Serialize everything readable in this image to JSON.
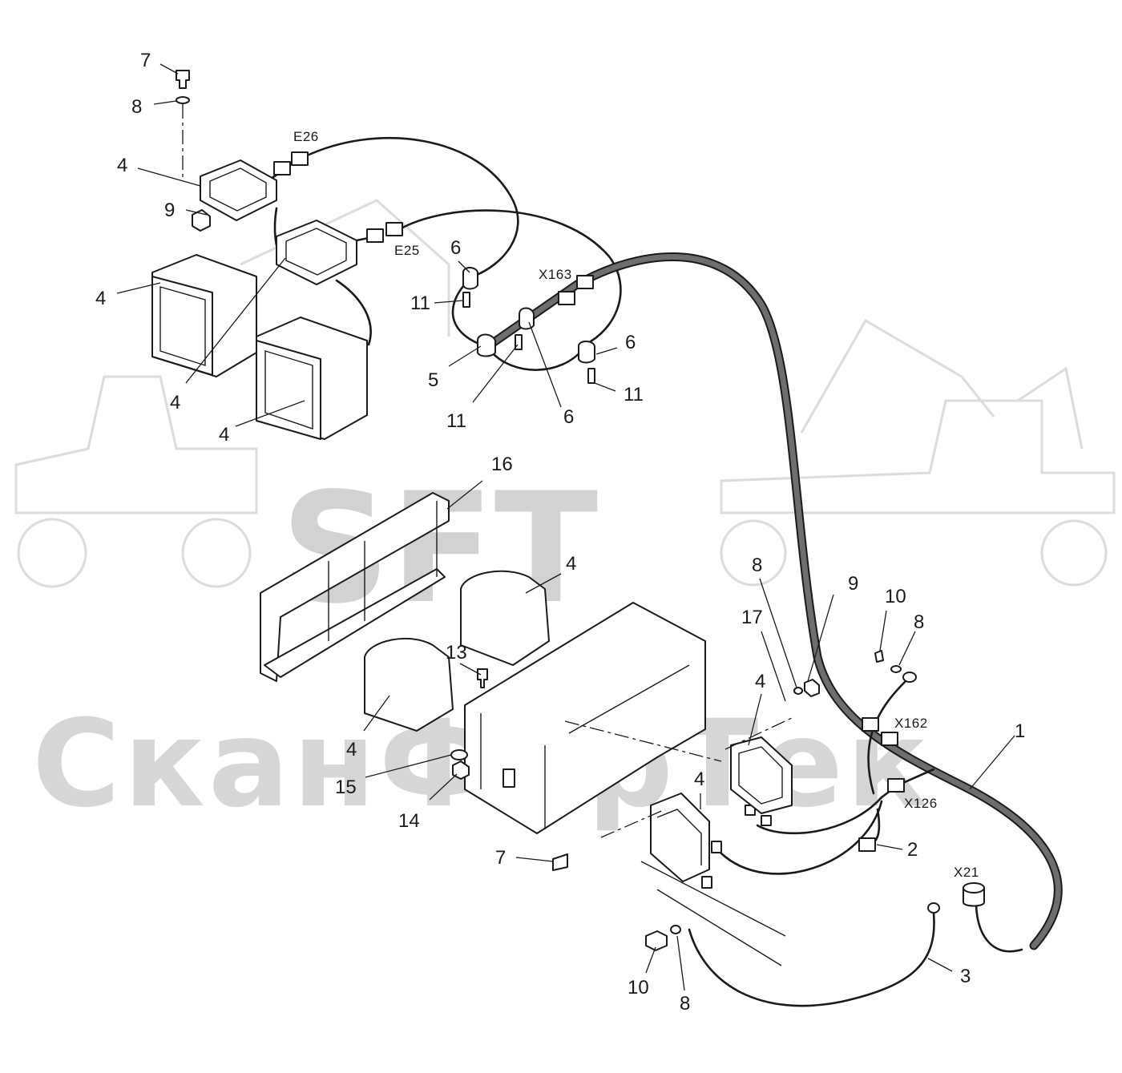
{
  "watermark": {
    "brand": "SFT",
    "company": "СканФорТек"
  },
  "connectors": [
    {
      "id": "E26"
    },
    {
      "id": "E25"
    },
    {
      "id": "X163"
    },
    {
      "id": "X162"
    },
    {
      "id": "X126"
    },
    {
      "id": "X21"
    }
  ],
  "callouts": [
    "7",
    "8",
    "4",
    "9",
    "4",
    "4",
    "4",
    "6",
    "11",
    "5",
    "11",
    "6",
    "6",
    "11",
    "16",
    "4",
    "13",
    "4",
    "15",
    "14",
    "7",
    "8",
    "17",
    "9",
    "4",
    "10",
    "8",
    "1",
    "4",
    "2",
    "10",
    "8",
    "3"
  ],
  "colors": {
    "line": "#1a1a1a",
    "cable_fill": "#6e6e6e",
    "watermark": "#d2d2d2"
  }
}
